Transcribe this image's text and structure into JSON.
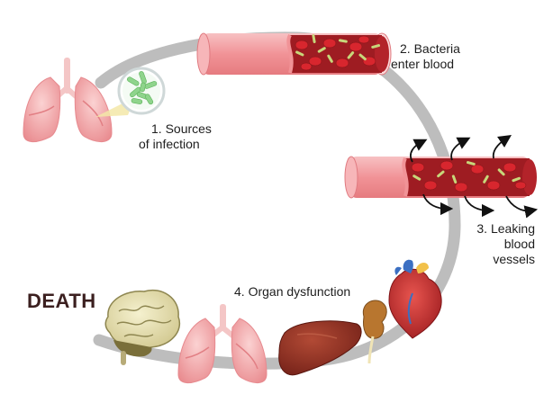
{
  "labels": {
    "sources_line1": "1. Sources",
    "sources_line2": "of infection",
    "bacteria_line1": "2. Bacteria",
    "bacteria_line2": "enter blood",
    "leaking_line1": "3. Leaking",
    "leaking_line2": "blood",
    "leaking_line3": "vessels",
    "organ": "4. Organ dysfunction",
    "death": "DEATH"
  },
  "colors": {
    "cycle_track": "#bdbdbd",
    "vessel_wall": "#f3a0a4",
    "blood": "#9e1c22",
    "red_cell": "#d8262e",
    "bacteria": "#c8d77a",
    "lung": "#f2a6a8",
    "liver": "#8a2b1f",
    "heart": "#c0282c",
    "brain": "#ece6b6"
  },
  "icons": [
    "lungs-icon",
    "bacteria-magnifier-icon",
    "blood-vessel-icon",
    "leak-arrow-icon",
    "brain-icon",
    "liver-icon",
    "kidney-icon",
    "heart-icon"
  ]
}
